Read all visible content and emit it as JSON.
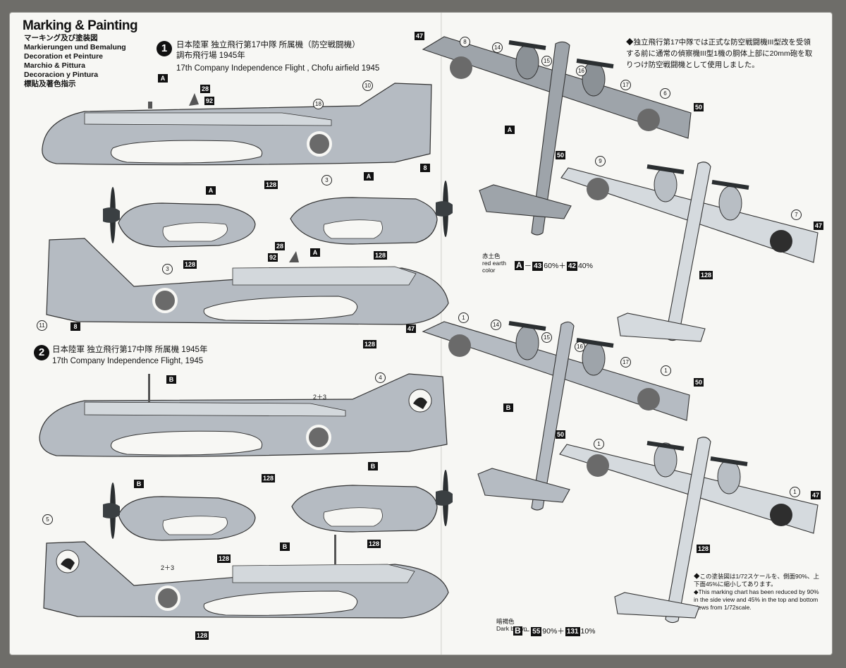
{
  "header": {
    "title": "Marking & Painting",
    "subtitles": [
      "マーキング及び塗装図",
      "Markierungen und Bemalung",
      "Decoration et Peinture",
      "Marchio & Pittura",
      "Decoracion y Pintura",
      "標貼及著色指示"
    ]
  },
  "scheme1": {
    "number": "1",
    "title_jp": "日本陸軍 独立飛行第17中隊 所属機（防空戦闘機）",
    "subtitle_jp": "調布飛行場 1945年",
    "title_en": "17th Company Independence Flight , Chofu airfield 1945"
  },
  "scheme2": {
    "number": "2",
    "title_jp": "日本陸軍 独立飛行第17中隊 所属機 1945年",
    "title_en": "17th Company Independence Flight, 1945"
  },
  "note_jp": "◆独立飛行第17中隊では正式な防空戦闘機III型改を受領する前に通常の偵察機III型1機の胴体上部に20mm砲を取りつけ防空戦闘機として使用しました。",
  "note_en": {
    "jp": "◆この塗装図は1/72スケールを、側面90%、上下面45%に縮小してあります。",
    "en": "◆This marking chart has been reduced by 90% in the side view and 45% in the top and bottom views from 1/72scale."
  },
  "legend_a": {
    "jp": "赤土色",
    "en1": "red earth",
    "en2": "color",
    "letter": "A",
    "formula_dash": "－",
    "code1": "43",
    "pct1": "60%＋",
    "code2": "42",
    "pct2": "40%"
  },
  "legend_b": {
    "jp": "暗褐色",
    "en": "Dark brown",
    "letter": "B",
    "formula_dash": "－",
    "code1": "55",
    "pct1": "90%＋",
    "code2": "131",
    "pct2": "10%"
  },
  "tags": {
    "a": "A",
    "b": "B",
    "t128": "128",
    "t92": "92",
    "t28": "28",
    "t8": "8",
    "t47": "47",
    "t50": "50"
  },
  "callouts": {
    "c1": "1",
    "c3": "3",
    "c4": "4",
    "c5": "5",
    "c6": "6",
    "c7": "7",
    "c8": "8",
    "c9": "9",
    "c10": "10",
    "c11": "11",
    "c14": "14",
    "c15": "15",
    "c16": "16",
    "c17": "17",
    "c18": "18",
    "c23": "2＋3"
  },
  "colors": {
    "fuselage": "#b5bbc2",
    "fuselage_light": "#d3d8dc",
    "hinomaru": "#6a6a6a",
    "ink": "#111111",
    "paper": "#f7f7f4",
    "propeller": "#2b2f31",
    "topview": "#9ea4aa",
    "bottomview": "#d5dade"
  }
}
